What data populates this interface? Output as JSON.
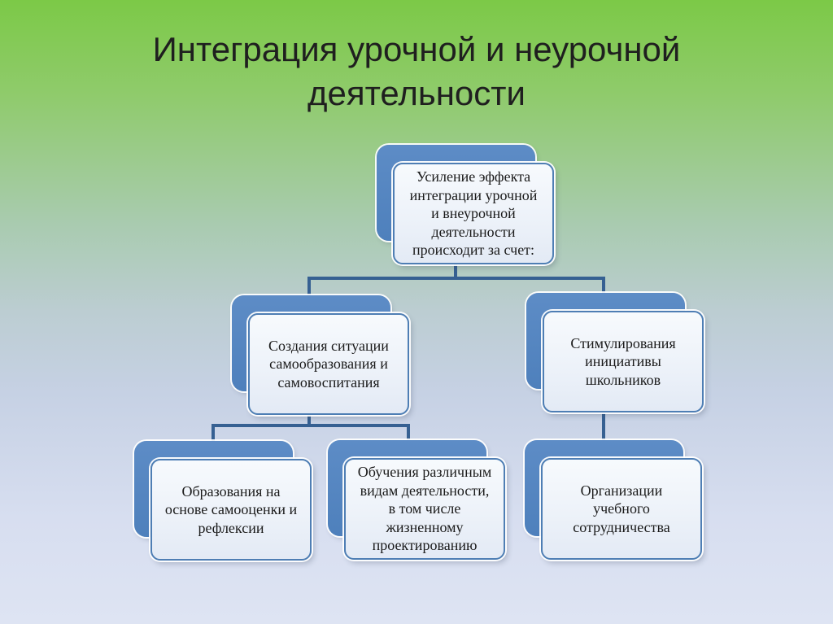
{
  "slide": {
    "title": "Интеграция урочной и неурочной деятельности",
    "colors": {
      "bg_top": "#7cc947",
      "bg_bottom": "#dee4f3",
      "box_back": "#4e80bc",
      "front_border": "#4e7eb4",
      "connector": "#366092",
      "title_color": "#1f1f1f",
      "box_text": "#1a1a1a"
    },
    "diagram": {
      "type": "hierarchy-org-chart",
      "root": {
        "id": "root",
        "text": "Усиление эффекта интеграции урочной и внеурочной деятельности происходит за счет:"
      },
      "level2": [
        {
          "id": "mid-left",
          "parent": "root",
          "text": "Создания ситуации самообразования и самовоспитания"
        },
        {
          "id": "mid-right",
          "parent": "root",
          "text": "Стимулирования инициативы школьников"
        }
      ],
      "level3": [
        {
          "id": "bottom-left",
          "parent": "mid-left",
          "text": "Образования на основе самооценки и рефлексии"
        },
        {
          "id": "bottom-middle",
          "parent": "mid-left",
          "text": "Обучения различным видам деятельности, в том числе жизненному проектированию"
        },
        {
          "id": "bottom-right",
          "parent": "mid-right",
          "text": "Организации учебного сотрудничества"
        }
      ]
    }
  }
}
